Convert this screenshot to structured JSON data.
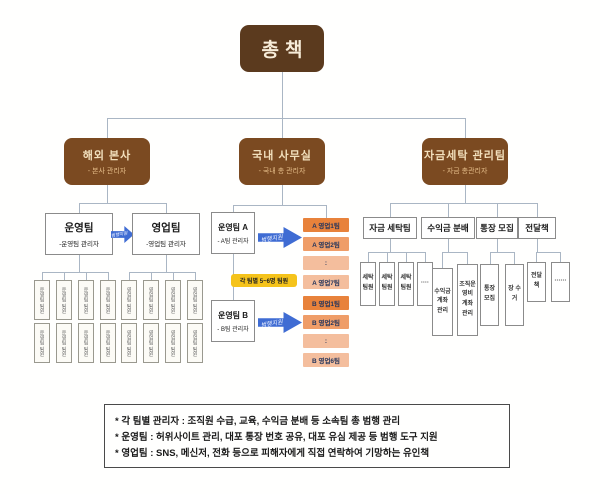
{
  "root": {
    "label": "총책"
  },
  "level2": [
    {
      "title": "해외 본사",
      "subtitle": "- 본사 관리자"
    },
    {
      "title": "국내 사무실",
      "subtitle": "- 국내 총 관리자"
    },
    {
      "title": "자금세탁 관리팀",
      "subtitle": "- 자금 총관리자"
    }
  ],
  "overseas": {
    "arrow_label": "범행지원",
    "teams": [
      {
        "title": "운영팀",
        "subtitle": "-운영팀 관리자",
        "member_label": "운영팀 팀원"
      },
      {
        "title": "영업팀",
        "subtitle": "-영업팀 관리자",
        "member_label": "영업팀 팀원"
      }
    ]
  },
  "domestic": {
    "arrow_label": "범행지원",
    "note": "각 팀별 5~6명 팀원",
    "team_a": {
      "title": "운영팀 A",
      "subtitle": "- A팀 관리자"
    },
    "team_b": {
      "title": "운영팀 B",
      "subtitle": "- B팀 관리자"
    },
    "stack_a": [
      "A 영업1팀",
      "A 영업2팀",
      ":",
      "A 영업7팀"
    ],
    "stack_b": [
      "B 영업1팀",
      "B 영업2팀",
      ":",
      "B 영업6팀"
    ]
  },
  "laundering": {
    "teams": [
      {
        "title": "자금 세탁팀",
        "subs": [
          "세탁 팀원",
          "세탁 팀원",
          "세탁 팀원",
          "····"
        ]
      },
      {
        "title": "수익금 분배",
        "subs": [
          "수익금 계좌 관리",
          "조직운영비 계좌 관리"
        ]
      },
      {
        "title": "통장 모집",
        "subs": [
          "통장 모집",
          "장 수거"
        ]
      },
      {
        "title": "전달책",
        "subs": [
          "전달 책",
          "······"
        ]
      }
    ]
  },
  "footnotes": [
    "* 각 팀별 관리자 : 조직원 수급, 교육, 수익금 분배 등 소속팀 총 범행 관리",
    "* 운영팀 : 허위사이트 관리, 대포 통장 번호 공유, 대포 유심 제공 등 범행 도구 지원",
    "* 영업팀 : SNS, 메신저, 전화 등으로 피해자에게 직접 연락하여 기망하는 유인책"
  ],
  "colors": {
    "root_brown": "#5b3a1e",
    "branch_brown": "#7b4a21",
    "arrow_blue": "#3f6cd3",
    "orange_dark": "#E8823B",
    "orange_mid": "#EF9D68",
    "orange_light": "#F4BE9D",
    "note_yellow": "#F5C31B",
    "line_gray": "#aab6c4"
  }
}
